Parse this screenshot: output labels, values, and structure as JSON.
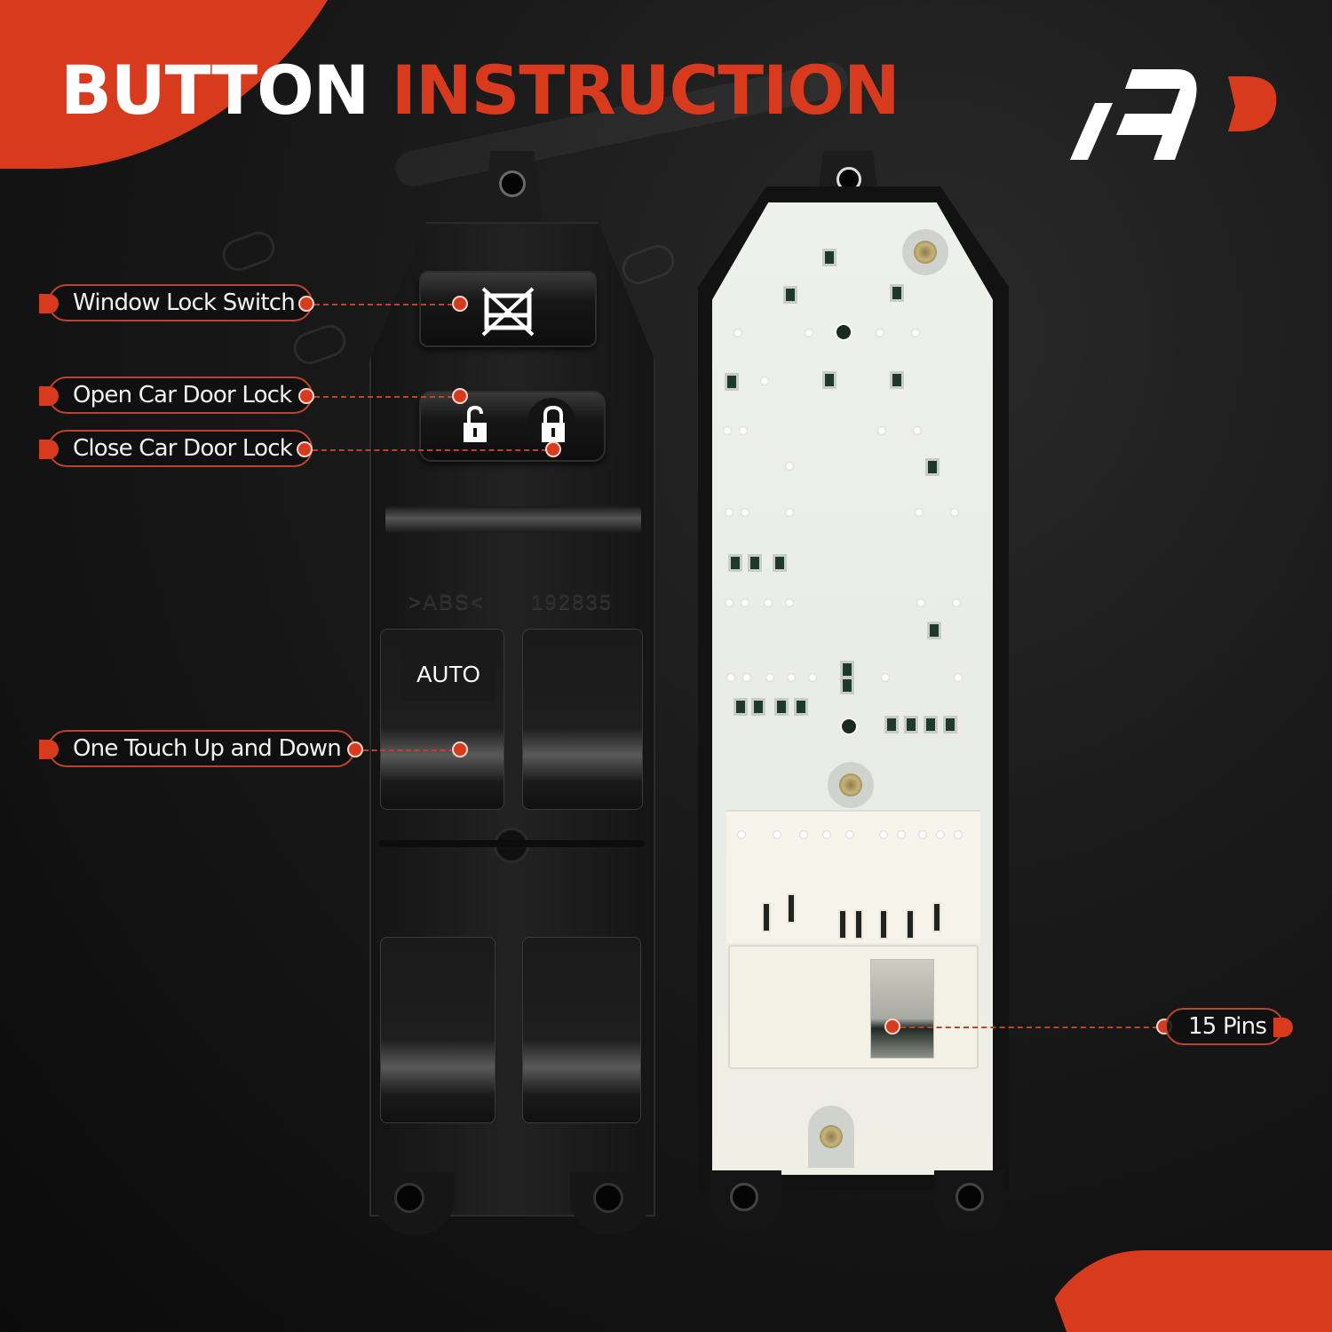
{
  "header": {
    "title_part1": "BUTTON",
    "title_part2": "INSTRUCTION",
    "logo": "brand-logo-a-premium"
  },
  "colors": {
    "accent": "#d83a1e",
    "background": "#141414",
    "text": "#ffffff",
    "callout_border": "#b8452e"
  },
  "callouts": [
    {
      "id": "window-lock-switch",
      "label": "Window Lock Switch",
      "side": "left"
    },
    {
      "id": "open-car-door-lock",
      "label": "Open Car Door Lock",
      "side": "left"
    },
    {
      "id": "close-car-door-lock",
      "label": "Close Car Door Lock",
      "side": "left"
    },
    {
      "id": "one-touch-up-and-down",
      "label": "One Touch Up and Down",
      "side": "left"
    },
    {
      "id": "pins",
      "label": "15 Pins",
      "side": "right"
    }
  ],
  "product": {
    "front_view": {
      "auto_button_label": "AUTO",
      "embossed_text_material": ">ABS<",
      "embossed_text_number": "192835",
      "icons": [
        "window-lock-icon",
        "unlock-icon",
        "lock-icon"
      ]
    },
    "back_view": {
      "connector_pins": "15"
    }
  }
}
